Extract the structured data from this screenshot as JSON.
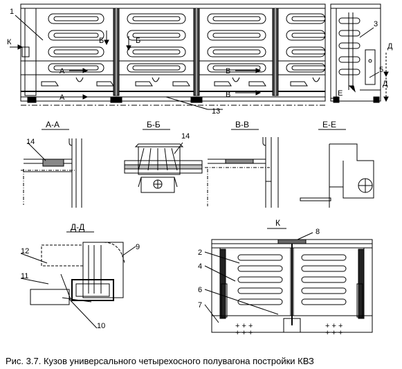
{
  "callouts": {
    "n1": "1",
    "n2": "2",
    "n3": "3",
    "n4": "4",
    "n5": "5",
    "n6": "6",
    "n7": "7",
    "n8": "8",
    "n9": "9",
    "n10": "10",
    "n11": "11",
    "n12": "12",
    "n13": "13",
    "n14a": "14",
    "n14b": "14"
  },
  "markers": {
    "k": "К",
    "d_left": "Д",
    "b1": "Б",
    "b2": "Б",
    "a1": "А",
    "a2": "А",
    "v1": "В",
    "v2": "В",
    "e1": "Е",
    "d_right": "Д"
  },
  "sections": {
    "aa": "А-А",
    "bb": "Б-Б",
    "vv": "В-В",
    "ee": "Е-Е",
    "dd": "Д-Д",
    "kview": "К"
  },
  "caption": "Рис. 3.7. Кузов универсального четырехосного полувагона постройки КВЗ"
}
